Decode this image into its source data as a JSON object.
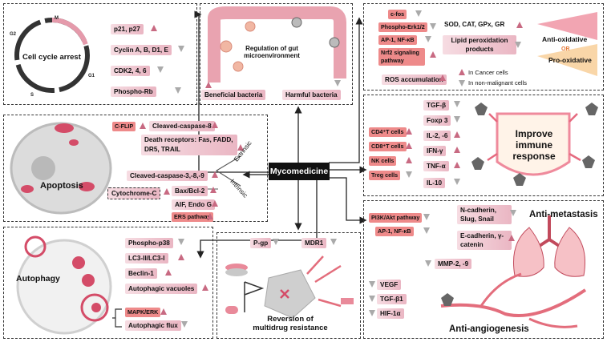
{
  "center": {
    "title": "Mycomedicine"
  },
  "cell_cycle": {
    "title": "Cell cycle arrest",
    "phases": [
      "M",
      "G2",
      "G1",
      "S"
    ],
    "items": [
      {
        "text": "p21, p27",
        "dir": "up"
      },
      {
        "text": "Cyclin A, B, D1, E",
        "dir": "down"
      },
      {
        "text": "CDK2, 4, 6",
        "dir": "down"
      },
      {
        "text": "Phospho-Rb",
        "dir": "down"
      }
    ]
  },
  "gut": {
    "title": "Regulation of gut microenvironment",
    "beneficial": "Beneficial bacteria",
    "harmful": "Harmful bacteria"
  },
  "oxidative": {
    "markers": [
      {
        "text": "c-fos",
        "dir": "down"
      },
      {
        "text": "Phospho-Erk1/2",
        "dir": "down"
      },
      {
        "text": "AP-1, NF-κB",
        "dir": "down"
      },
      {
        "text": "Nrf2 signaling pathway",
        "dir": "up"
      }
    ],
    "enzymes": "SOD, CAT, GPx, GR",
    "lipid": "Lipid peroxidation products",
    "ros": "ROS accumulation",
    "anti": "Anti-oxidative",
    "or": "OR",
    "pro": "Pro-oxidative",
    "legend_cancer": "In Cancer cells",
    "legend_normal": "In non-malignant cells"
  },
  "immune": {
    "title": "Improve immune response",
    "cells": [
      {
        "text": "CD4⁺T cells",
        "dir": "up"
      },
      {
        "text": "CD8⁺T cells",
        "dir": "up"
      },
      {
        "text": "NK cells",
        "dir": "up"
      },
      {
        "text": "Treg cells",
        "dir": "down"
      }
    ],
    "cytokines": [
      {
        "text": "TGF-β",
        "dir": "down"
      },
      {
        "text": "Foxp 3",
        "dir": "down"
      },
      {
        "text": "IL-2, -6",
        "dir": "up"
      },
      {
        "text": "IFN-γ",
        "dir": "up"
      },
      {
        "text": "TNF-α",
        "dir": "up"
      },
      {
        "text": "IL-10",
        "dir": "down"
      }
    ]
  },
  "apoptosis": {
    "title": "Apoptosis",
    "cflip": "C-FLIP",
    "caspase8": "Cleaved-caspase-8",
    "death": "Death receptors: Fas, FADD, DR5, TRAIL",
    "caspase389": "Cleaved-caspase-3,-8,-9",
    "bax": "Bax/Bcl-2",
    "aif": "AIF, Endo G",
    "ers": "ERS pathway",
    "cytoc": "Cytochrome-C",
    "extrinsic": "Extrinsic",
    "intrinsic": "Intrinsic"
  },
  "metastasis": {
    "title": "Anti-metastasis",
    "pi3k": "PI3K/Akt pathway",
    "ap1": "AP-1, NF-κB",
    "ncad": "N-cadherin, Slug, Snail",
    "ecad": "E-cadherin, γ- catenin",
    "mmp": "MMP-2, -9"
  },
  "angio": {
    "title": "Anti-angiogenesis",
    "items": [
      "VEGF",
      "TGF-β1",
      "HIF-1α"
    ]
  },
  "autophagy": {
    "title": "Autophagy",
    "items": [
      {
        "text": "Phospho-p38",
        "dir": "down"
      },
      {
        "text": "LC3-II/LC3-I",
        "dir": "up"
      },
      {
        "text": "Beclin-1",
        "dir": "up"
      },
      {
        "text": "Autophagic vacuoles",
        "dir": "up"
      }
    ],
    "mapk": "MAPK/ERK",
    "flux": "Autophagic flux"
  },
  "mdr": {
    "title": "Reversion of multidrug resistance",
    "pgp": "P-gp",
    "mdr1": "MDR1"
  },
  "colors": {
    "up": "#c86a82",
    "down": "#aaaaaa",
    "red_label": "#ee8a8a",
    "pink_label": "#eab6c3"
  }
}
